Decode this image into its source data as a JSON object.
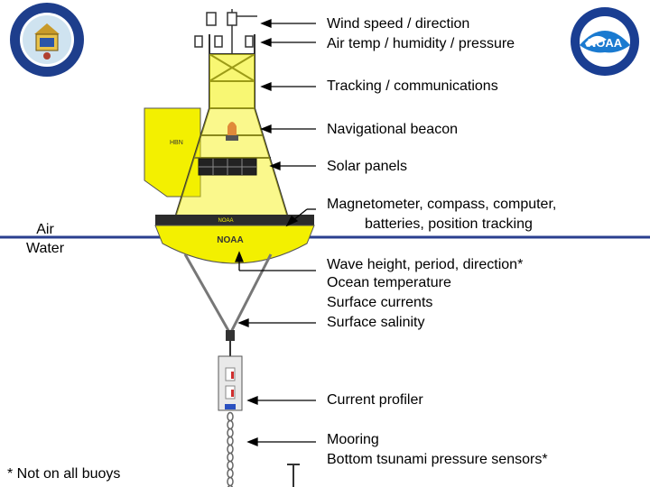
{
  "logos": {
    "left_seal": "department-of-commerce-seal",
    "right_seal": "noaa-logo"
  },
  "buoy": {
    "hull_text": "NOAA",
    "deck_text": "NOAA"
  },
  "labels": {
    "wind": "Wind speed / direction",
    "air_temp": "Air temp / humidity / pressure",
    "tracking": "Tracking / communications",
    "beacon": "Navigational beacon",
    "solar": "Solar panels",
    "magnet_line1": "Magnetometer, compass, computer,",
    "magnet_line2": "batteries, position tracking",
    "wave": "Wave height, period, direction*",
    "ocean_temp": "Ocean temperature",
    "currents": "Surface currents",
    "salinity": "Surface salinity",
    "profiler": "Current profiler",
    "mooring": "Mooring",
    "tsunami": "Bottom tsunami pressure sensors*"
  },
  "waterline": {
    "air": "Air",
    "water": "Water"
  },
  "footnote": "* Not on all buoys",
  "colors": {
    "buoy_yellow": "#f3f000",
    "waterline_blue": "#2a3f8f",
    "outline": "#222222"
  }
}
